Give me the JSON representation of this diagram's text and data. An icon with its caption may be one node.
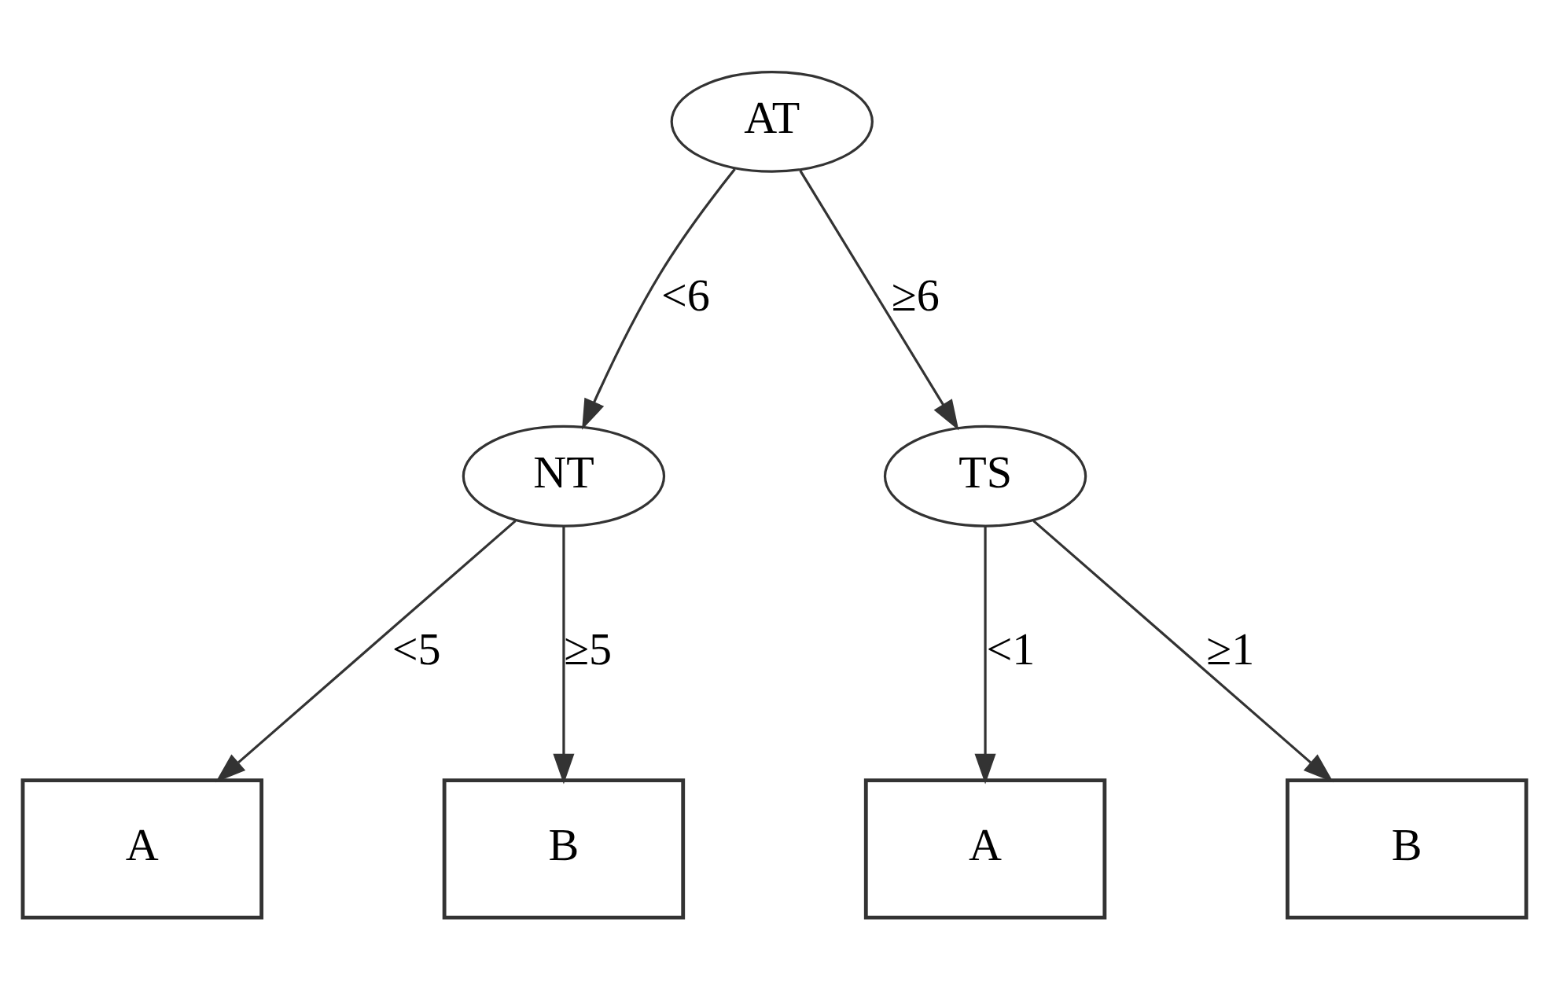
{
  "diagram": {
    "nodes": [
      {
        "text": [
          "AT"
        ]
      },
      {
        "text": [
          "NT"
        ]
      },
      {
        "text": [
          "TS"
        ]
      },
      {
        "text": [
          "A"
        ]
      },
      {
        "text": [
          "B"
        ]
      },
      {
        "text": [
          "A"
        ]
      },
      {
        "text": [
          "B"
        ]
      }
    ],
    "edges": [
      {
        "from": 0,
        "to": 1,
        "arrow": "to",
        "label": "<6"
      },
      {
        "from": 0,
        "to": 2,
        "arrow": "to",
        "label": "≥6"
      },
      {
        "from": 1,
        "to": 3,
        "arrow": "to",
        "label": "<5"
      },
      {
        "from": 1,
        "to": 4,
        "arrow": "to",
        "label": "≥5"
      },
      {
        "from": 2,
        "to": 5,
        "arrow": "to",
        "label": "<1"
      },
      {
        "from": 2,
        "to": 6,
        "arrow": "to",
        "label": "≥1"
      }
    ]
  }
}
